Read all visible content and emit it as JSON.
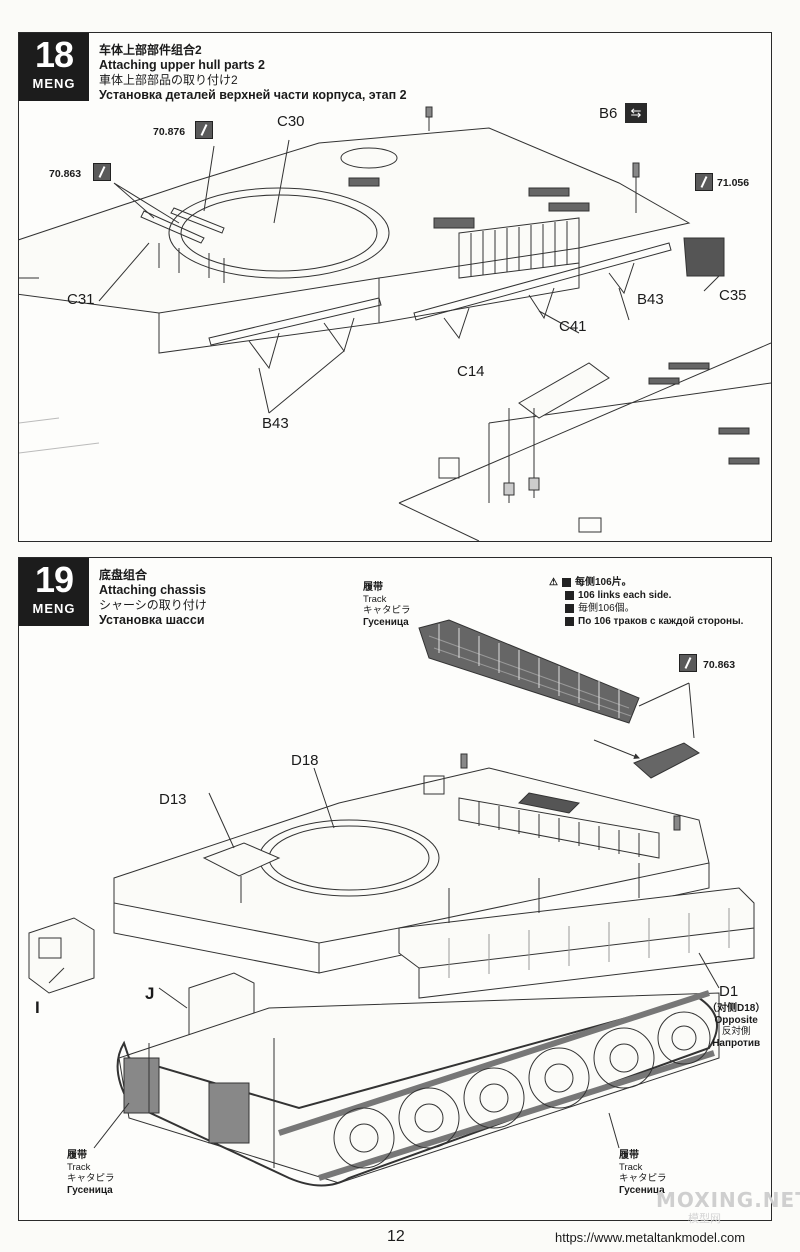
{
  "step18": {
    "number": "18",
    "brand": "MENG",
    "title_cn": "车体上部部件组合2",
    "title_en": "Attaching upper hull parts 2",
    "title_ja": "車体上部部品の取り付け2",
    "title_ru": "Установка деталей верхней части корпуса, этап 2",
    "labels": {
      "c30": "C30",
      "c31": "C31",
      "b6": "B6",
      "c35": "C35",
      "b43a": "B43",
      "c41": "C41",
      "c14": "C14",
      "b43b": "B43"
    },
    "paints": {
      "p1": "70.876",
      "p2": "70.863",
      "p3": "71.056"
    }
  },
  "step19": {
    "number": "19",
    "brand": "MENG",
    "title_cn": "底盘组合",
    "title_en": "Attaching chassis",
    "title_ja": "シャーシの取り付け",
    "title_ru": "Установка шасси",
    "track_label": {
      "cn": "履带",
      "en": "Track",
      "ja": "キャタピラ",
      "ru": "Гусеница"
    },
    "note": {
      "cn": "每侧106片。",
      "en": "106 links each side.",
      "ja": "毎側106個。",
      "ru": "По 106 траков с каждой стороны."
    },
    "paint": "70.863",
    "labels": {
      "d18": "D18",
      "d13": "D13",
      "i": "I",
      "j": "J",
      "d1": "D1"
    },
    "opposite": {
      "cn": "（对侧D18）",
      "en": "Opposite",
      "ja": "反対側",
      "ru": "Напротив"
    },
    "track_left": {
      "cn": "履带",
      "en": "Track",
      "ja": "キャタピラ",
      "ru": "Гусеница"
    },
    "track_right": {
      "cn": "履带",
      "en": "Track",
      "ja": "キャタピラ",
      "ru": "Гусеница"
    }
  },
  "footer": {
    "page_number": "12",
    "url": "https://www.metaltankmodel.com",
    "watermark": "MOXING.NET",
    "watermark_sub": "模型网"
  }
}
